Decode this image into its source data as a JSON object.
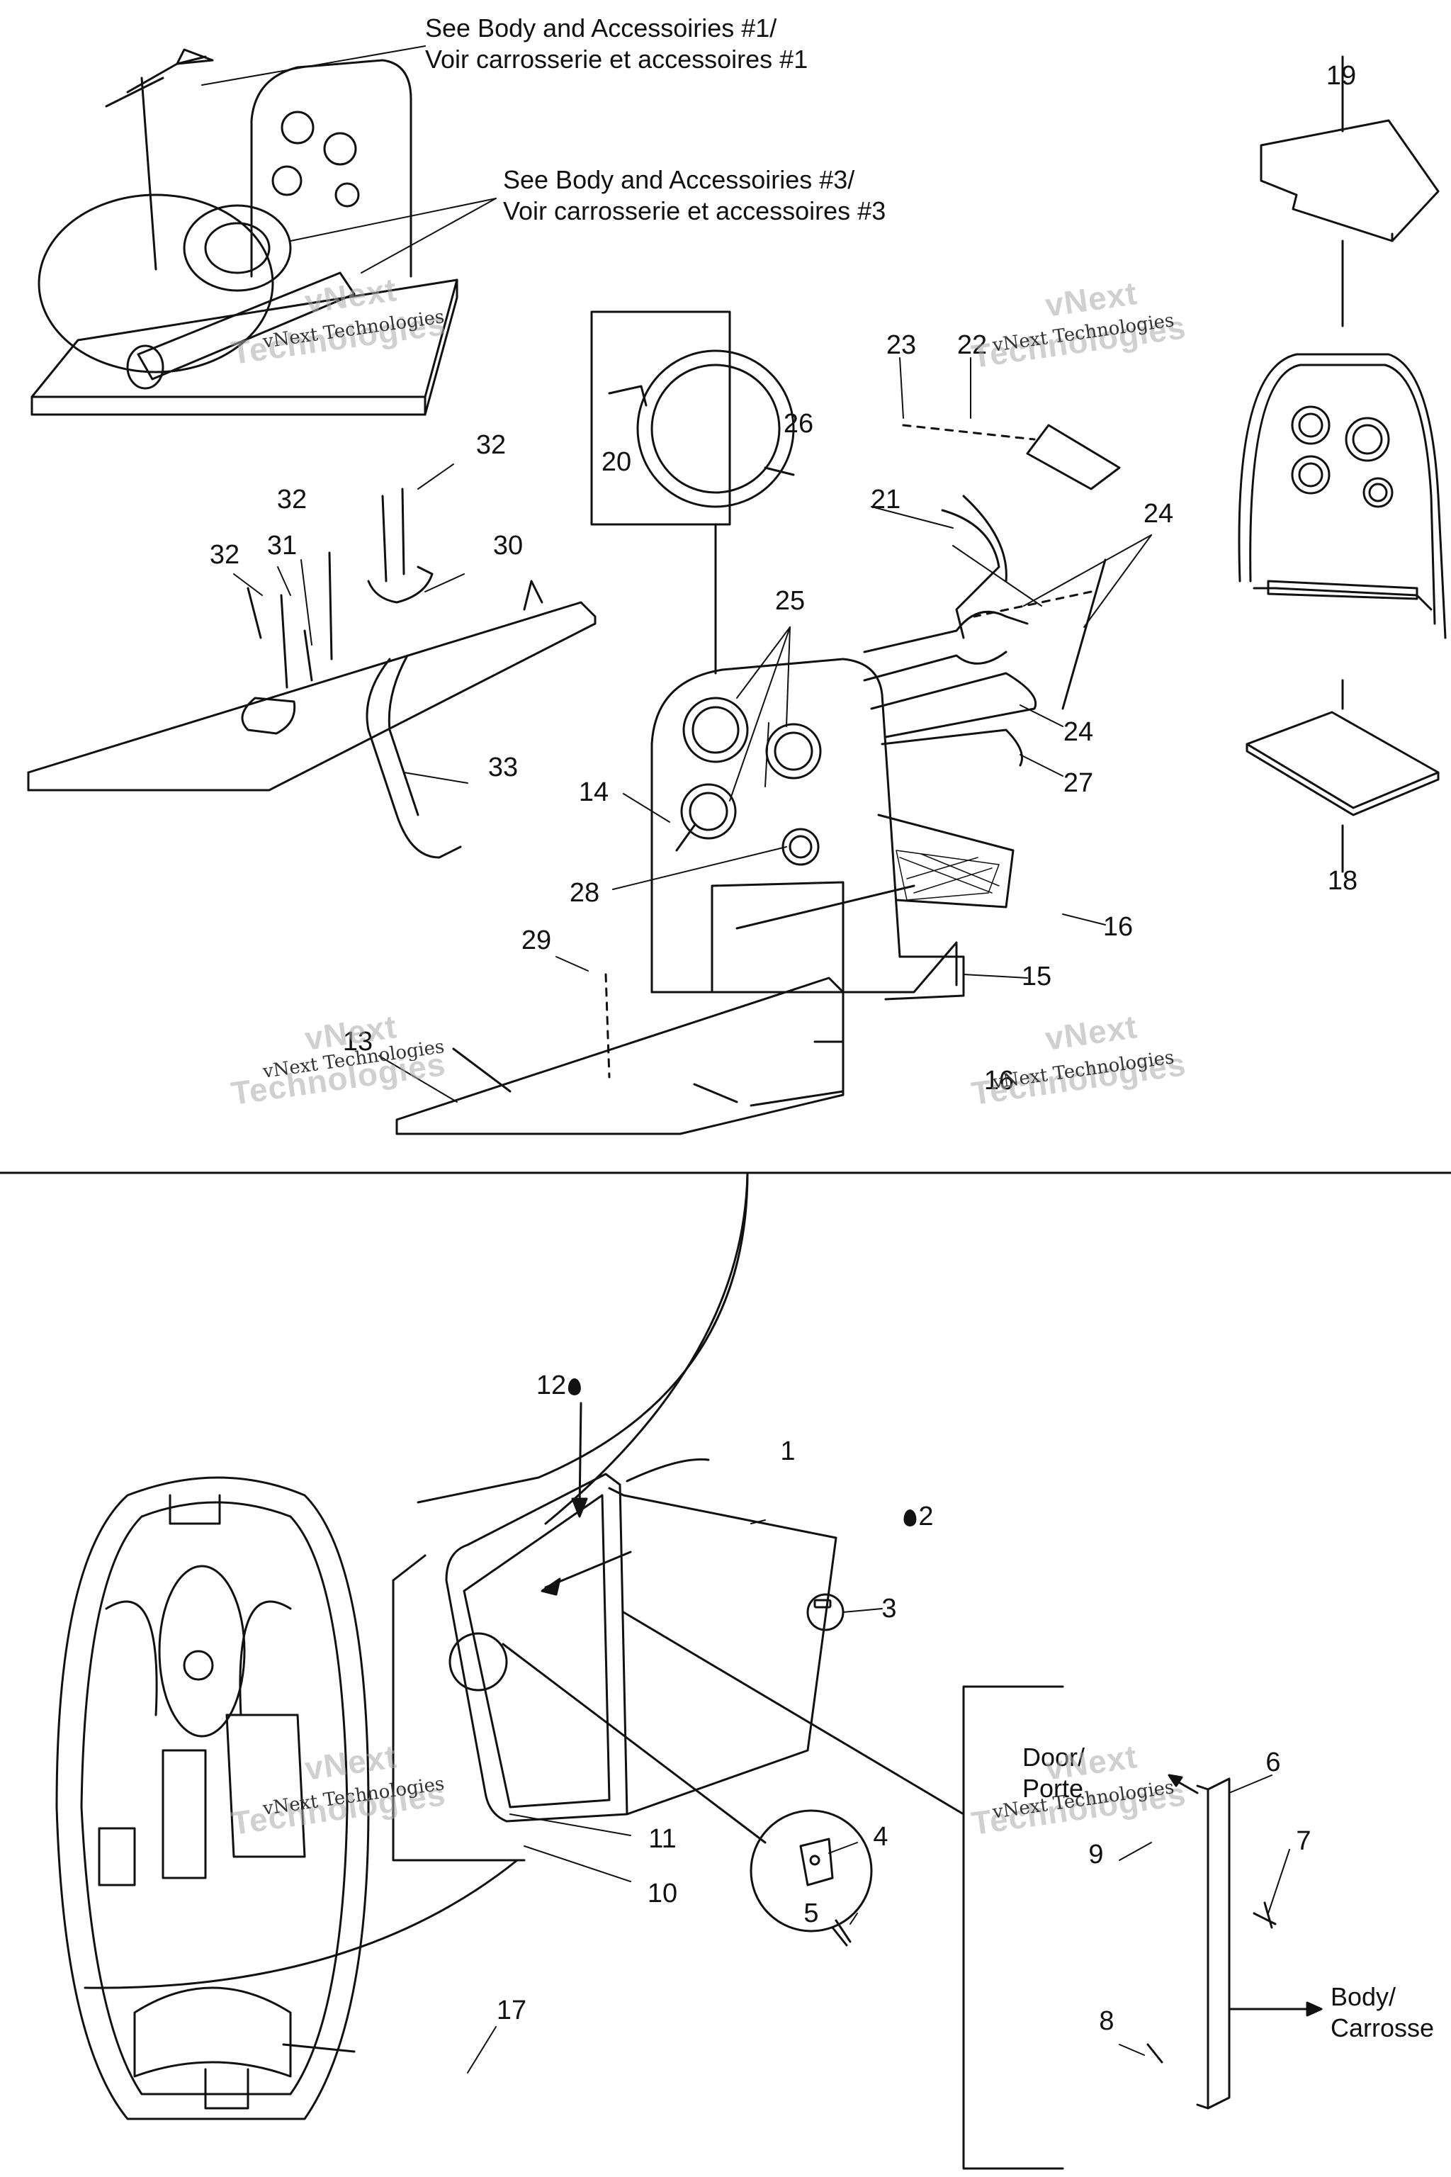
{
  "notes": {
    "body1_en": "See Body and Accessoiries #1/",
    "body1_fr": "Voir carrosserie et accessoires #1",
    "body3_en": "See Body and Accessoiries #3/",
    "body3_fr": "Voir carrosserie et accessoires #3",
    "door": "Door/\nPorte",
    "body": "Body/\nCarrosse"
  },
  "refs": {
    "r1": "1",
    "r2": "2",
    "r3": "3",
    "r4": "4",
    "r5": "5",
    "r6": "6",
    "r7": "7",
    "r8": "8",
    "r9": "9",
    "r10": "10",
    "r11": "11",
    "r12": "12",
    "r13": "13",
    "r14": "14",
    "r15": "15",
    "r16a": "16",
    "r16b": "16",
    "r17": "17",
    "r18": "18",
    "r19": "19",
    "r20": "20",
    "r21": "21",
    "r22": "22",
    "r23": "23",
    "r24a": "24",
    "r24b": "24",
    "r25": "25",
    "r26": "26",
    "r27": "27",
    "r28": "28",
    "r29": "29",
    "r30": "30",
    "r31": "31",
    "r32a": "32",
    "r32b": "32",
    "r32c": "32",
    "r33": "33"
  },
  "watermark": {
    "line1": "vNext Technologies",
    "line2a": "vNext",
    "line2b": "Technologies"
  }
}
